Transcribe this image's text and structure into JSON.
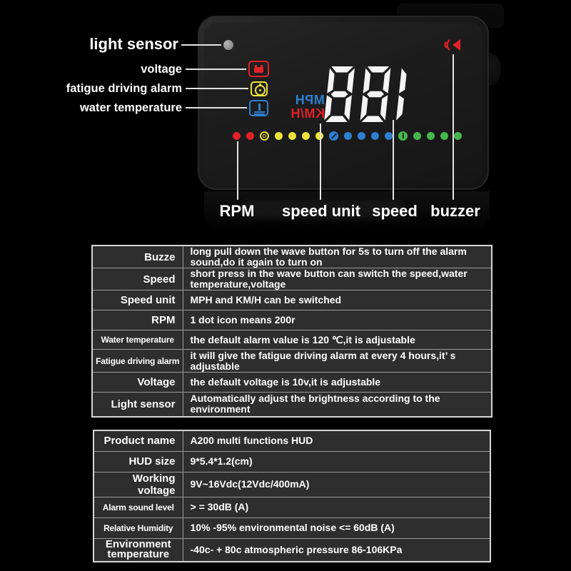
{
  "colors": {
    "red": "#e02127",
    "yellow": "#ece43b",
    "blue": "#2e7fd0",
    "green": "#46b74c",
    "white": "#f4f4f4",
    "line": "#e3e3e3"
  },
  "device": {
    "callouts_left": [
      {
        "label": "light sensor"
      },
      {
        "label": "voltage"
      },
      {
        "label": "fatigue driving alarm"
      },
      {
        "label": "water temperature"
      }
    ],
    "callouts_bottom": [
      {
        "label": "RPM"
      },
      {
        "label": "speed unit"
      },
      {
        "label": "speed"
      },
      {
        "label": "buzzer"
      }
    ],
    "display": {
      "speed_value": "188",
      "unit_primary": "MPH",
      "unit_secondary": "KM/H",
      "mirrored": true
    },
    "rpm_scale": [
      {
        "type": "dot",
        "color": "red"
      },
      {
        "type": "dot",
        "color": "red"
      },
      {
        "type": "marker",
        "color": "yellow"
      },
      {
        "type": "dot",
        "color": "yellow"
      },
      {
        "type": "dot",
        "color": "yellow"
      },
      {
        "type": "dot",
        "color": "yellow"
      },
      {
        "type": "dot",
        "color": "yellow"
      },
      {
        "type": "marker",
        "color": "blue"
      },
      {
        "type": "dot",
        "color": "blue"
      },
      {
        "type": "dot",
        "color": "blue"
      },
      {
        "type": "dot",
        "color": "blue"
      },
      {
        "type": "dot",
        "color": "blue"
      },
      {
        "type": "marker",
        "color": "green"
      },
      {
        "type": "dot",
        "color": "green"
      },
      {
        "type": "dot",
        "color": "green"
      },
      {
        "type": "dot",
        "color": "green"
      },
      {
        "type": "dot",
        "color": "green"
      }
    ]
  },
  "functions_table": {
    "rows": [
      {
        "label": "Buzze",
        "desc": "long pull down the wave button for 5s to turn off the alarm sound,do it again to turn on"
      },
      {
        "label": "Speed",
        "desc": "short press in the wave button can switch the speed,water temperature,voltage"
      },
      {
        "label": "Speed unit",
        "desc": "MPH and KM/H can be switched"
      },
      {
        "label": "RPM",
        "desc": "1 dot icon means 200r"
      },
      {
        "label": "Water temperature",
        "desc": "the default alarm value is 120 ℃,it is adjustable"
      },
      {
        "label": "Fatigue driving alarm",
        "desc": "it will give the fatigue driving alarm at every 4 hours,it’ s adjustable"
      },
      {
        "label": "Voltage",
        "desc": "the default voltage is 10v,it is adjustable"
      },
      {
        "label": "Light sensor",
        "desc": "Automatically adjust the brightness according to the environment"
      }
    ]
  },
  "specs_table": {
    "rows": [
      {
        "label": "Product name",
        "desc": "A200 multi functions HUD"
      },
      {
        "label": "HUD size",
        "desc": "9*5.4*1.2(cm)"
      },
      {
        "label": "Working voltage",
        "desc": "9V~16Vdc(12Vdc/400mA)"
      },
      {
        "label": "Alarm sound level",
        "desc": "> = 30dB (A)"
      },
      {
        "label": "Relative Humidity",
        "desc": "10% -95% environmental noise <= 60dB (A)"
      },
      {
        "label": "Environment temperature",
        "desc": "-40c- + 80c atmospheric pressure 86-106KPa"
      }
    ]
  }
}
